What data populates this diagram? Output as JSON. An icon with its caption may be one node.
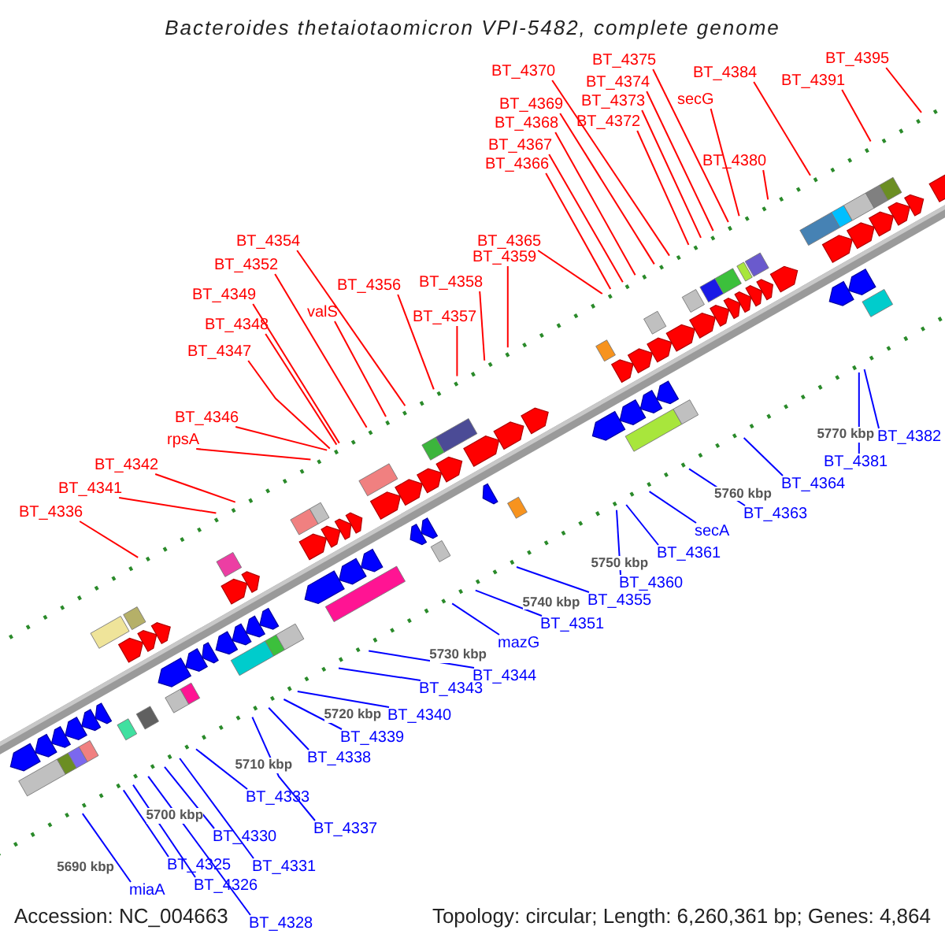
{
  "diagram": {
    "title": "Bacteroides thetaiotaomicron VPI-5482, complete genome",
    "nodes": [
      {
        "text": [
          "BT_4336"
        ]
      },
      {
        "text": [
          "BT_4341"
        ]
      },
      {
        "text": [
          "BT_4342"
        ]
      },
      {
        "text": [
          "rpsA"
        ]
      },
      {
        "text": [
          "BT_4346"
        ]
      },
      {
        "text": [
          "BT_4347"
        ]
      },
      {
        "text": [
          "BT_4348"
        ]
      },
      {
        "text": [
          "BT_4349"
        ]
      },
      {
        "text": [
          "BT_4352"
        ]
      },
      {
        "text": [
          "valS"
        ]
      },
      {
        "text": [
          "BT_4354"
        ]
      },
      {
        "text": [
          "BT_4356"
        ]
      },
      {
        "text": [
          "BT_4357"
        ]
      },
      {
        "text": [
          "BT_4358"
        ]
      },
      {
        "text": [
          "BT_4359"
        ]
      },
      {
        "text": [
          "BT_4365"
        ]
      },
      {
        "text": [
          "BT_4366"
        ]
      },
      {
        "text": [
          "BT_4367"
        ]
      },
      {
        "text": [
          "BT_4368"
        ]
      },
      {
        "text": [
          "BT_4369"
        ]
      },
      {
        "text": [
          "BT_4370"
        ]
      },
      {
        "text": [
          "BT_4372"
        ]
      },
      {
        "text": [
          "BT_4373"
        ]
      },
      {
        "text": [
          "BT_4374"
        ]
      },
      {
        "text": [
          "BT_4375"
        ]
      },
      {
        "text": [
          "secG"
        ]
      },
      {
        "text": [
          "BT_4380"
        ]
      },
      {
        "text": [
          "BT_4384"
        ]
      },
      {
        "text": [
          "BT_4391"
        ]
      },
      {
        "text": [
          "BT_4395"
        ]
      },
      {
        "text": [
          "miaA"
        ]
      },
      {
        "text": [
          "BT_4325"
        ]
      },
      {
        "text": [
          "BT_4326"
        ]
      },
      {
        "text": [
          "BT_4328"
        ]
      },
      {
        "text": [
          "BT_4330"
        ]
      },
      {
        "text": [
          "BT_4331"
        ]
      },
      {
        "text": [
          "BT_4333"
        ]
      },
      {
        "text": [
          "BT_4337"
        ]
      },
      {
        "text": [
          "BT_4338"
        ]
      },
      {
        "text": [
          "BT_4339"
        ]
      },
      {
        "text": [
          "BT_4340"
        ]
      },
      {
        "text": [
          "BT_4343"
        ]
      },
      {
        "text": [
          "BT_4344"
        ]
      },
      {
        "text": [
          "mazG"
        ]
      },
      {
        "text": [
          "BT_4351"
        ]
      },
      {
        "text": [
          "BT_4355"
        ]
      },
      {
        "text": [
          "BT_4360"
        ]
      },
      {
        "text": [
          "BT_4361"
        ]
      },
      {
        "text": [
          "secA"
        ]
      },
      {
        "text": [
          "BT_4363"
        ]
      },
      {
        "text": [
          "BT_4364"
        ]
      },
      {
        "text": [
          "BT_4381"
        ]
      },
      {
        "text": [
          "BT_4382"
        ]
      }
    ],
    "edges": [
      {
        "from": 0,
        "to": null,
        "arrow": "none"
      },
      {
        "from": 1,
        "to": null,
        "arrow": "none"
      },
      {
        "from": 2,
        "to": null,
        "arrow": "none"
      },
      {
        "from": 3,
        "to": null,
        "arrow": "none"
      },
      {
        "from": 4,
        "to": null,
        "arrow": "none"
      },
      {
        "from": 5,
        "to": null,
        "arrow": "none"
      },
      {
        "from": 6,
        "to": null,
        "arrow": "none"
      },
      {
        "from": 7,
        "to": null,
        "arrow": "none"
      },
      {
        "from": 8,
        "to": null,
        "arrow": "none"
      },
      {
        "from": 9,
        "to": null,
        "arrow": "none"
      },
      {
        "from": 10,
        "to": null,
        "arrow": "none"
      },
      {
        "from": 11,
        "to": null,
        "arrow": "none"
      },
      {
        "from": 12,
        "to": null,
        "arrow": "none"
      },
      {
        "from": 13,
        "to": null,
        "arrow": "none"
      },
      {
        "from": 14,
        "to": null,
        "arrow": "none"
      },
      {
        "from": 15,
        "to": null,
        "arrow": "none"
      },
      {
        "from": 16,
        "to": null,
        "arrow": "none"
      },
      {
        "from": 17,
        "to": null,
        "arrow": "none"
      },
      {
        "from": 18,
        "to": null,
        "arrow": "none"
      },
      {
        "from": 19,
        "to": null,
        "arrow": "none"
      },
      {
        "from": 20,
        "to": null,
        "arrow": "none"
      },
      {
        "from": 21,
        "to": null,
        "arrow": "none"
      },
      {
        "from": 22,
        "to": null,
        "arrow": "none"
      },
      {
        "from": 23,
        "to": null,
        "arrow": "none"
      },
      {
        "from": 24,
        "to": null,
        "arrow": "none"
      },
      {
        "from": 25,
        "to": null,
        "arrow": "none"
      },
      {
        "from": 26,
        "to": null,
        "arrow": "none"
      },
      {
        "from": 27,
        "to": null,
        "arrow": "none"
      },
      {
        "from": 28,
        "to": null,
        "arrow": "none"
      },
      {
        "from": 29,
        "to": null,
        "arrow": "none"
      },
      {
        "from": 30,
        "to": null,
        "arrow": "none",
        "color": "#0000ff"
      },
      {
        "from": 31,
        "to": null,
        "arrow": "none",
        "color": "#0000ff"
      },
      {
        "from": 32,
        "to": null,
        "arrow": "none",
        "color": "#0000ff"
      },
      {
        "from": 33,
        "to": null,
        "arrow": "none",
        "color": "#0000ff"
      },
      {
        "from": 34,
        "to": null,
        "arrow": "none",
        "color": "#0000ff"
      },
      {
        "from": 35,
        "to": null,
        "arrow": "none",
        "color": "#0000ff"
      },
      {
        "from": 36,
        "to": null,
        "arrow": "none",
        "color": "#0000ff"
      },
      {
        "from": 37,
        "to": null,
        "arrow": "none",
        "color": "#0000ff"
      },
      {
        "from": 38,
        "to": null,
        "arrow": "none",
        "color": "#0000ff"
      },
      {
        "from": 39,
        "to": null,
        "arrow": "none",
        "color": "#0000ff"
      },
      {
        "from": 40,
        "to": null,
        "arrow": "none",
        "color": "#0000ff"
      },
      {
        "from": 41,
        "to": null,
        "arrow": "none",
        "color": "#0000ff"
      },
      {
        "from": 42,
        "to": null,
        "arrow": "none",
        "color": "#0000ff"
      },
      {
        "from": 43,
        "to": null,
        "arrow": "none",
        "color": "#0000ff"
      },
      {
        "from": 44,
        "to": null,
        "arrow": "none",
        "color": "#0000ff"
      },
      {
        "from": 45,
        "to": null,
        "arrow": "none",
        "color": "#0000ff"
      },
      {
        "from": 46,
        "to": null,
        "arrow": "none",
        "color": "#0000ff"
      },
      {
        "from": 47,
        "to": null,
        "arrow": "none",
        "color": "#0000ff"
      },
      {
        "from": 48,
        "to": null,
        "arrow": "none",
        "color": "#0000ff"
      },
      {
        "from": 49,
        "to": null,
        "arrow": "none",
        "color": "#0000ff"
      },
      {
        "from": 50,
        "to": null,
        "arrow": "none",
        "color": "#0000ff"
      },
      {
        "from": 51,
        "to": null,
        "arrow": "none",
        "color": "#0000ff"
      },
      {
        "from": 52,
        "to": null,
        "arrow": "none",
        "color": "#0000ff"
      }
    ],
    "labels": [
      "5690 kbp",
      "5700 kbp",
      "5710 kbp",
      "5720 kbp",
      "5730 kbp",
      "5740 kbp",
      "5750 kbp",
      "5760 kbp",
      "5770 kbp",
      "Accession: NC_004663",
      "Topology: circular; Length: 6,260,361 bp; Genes: 4,864"
    ]
  }
}
